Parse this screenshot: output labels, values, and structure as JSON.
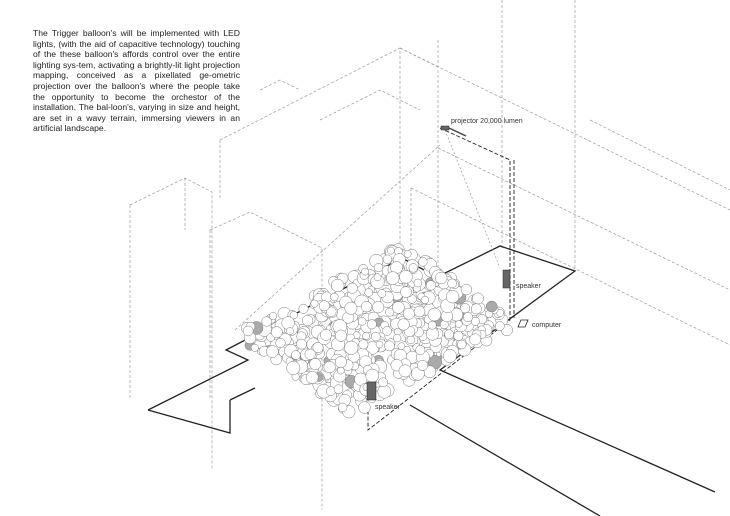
{
  "description": "The Trigger balloon's will be implemented with LED lights, (with the aid of capacitive technology) touching of the these balloon's affords control over the entire lighting sys-tem, activating a brightly-lit light projection mapping, conceived as a pixellated ge-ometric projection over the balloon's where the people take the opportunity to become the orchestor of the installation. The bal-loon's, varying in size and height, are set in a wavy terrain, immersing viewers in an artificial landscape.",
  "labels": {
    "projector": "projector 20,000 lumen",
    "speaker_right": "speaker",
    "computer": "computer",
    "speaker_bottom": "speaker"
  },
  "colors": {
    "line": "#222222",
    "dashed": "#9a9a9a",
    "balloon_fill": "#aaaaaa",
    "device": "#666666"
  }
}
